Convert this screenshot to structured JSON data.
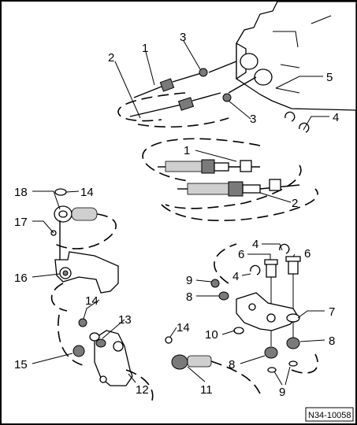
{
  "labels": {
    "c1_top": "1",
    "c2_top": "2",
    "nut3_top": "3",
    "nut3_bot": "3",
    "housing5": "5",
    "clip4_right": "4",
    "c1_mid": "1",
    "c2_mid": "2",
    "bush18": "18",
    "washer14_a": "14",
    "washer17": "17",
    "lever16": "16",
    "bolt6_left": "6",
    "bolt6_right": "6",
    "clip4_bracket": "4",
    "clip4_left": "4",
    "nut9_top": "9",
    "washer8_top": "8",
    "bracket7": "7",
    "washer8_right": "8",
    "washer14_b": "14",
    "bush13": "13",
    "washer14_c": "14",
    "nut10": "10",
    "bush15": "15",
    "plate12": "12",
    "end11": "11",
    "washer8_bot": "8",
    "nut9_bot": "9"
  },
  "reference_code": "N34-10058"
}
